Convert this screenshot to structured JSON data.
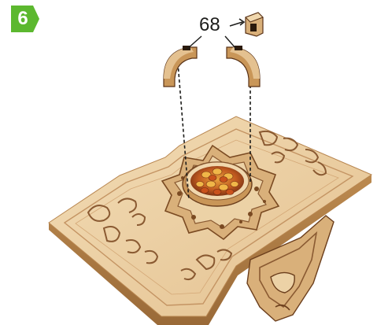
{
  "step": {
    "number": "6",
    "badge_color": "#5cb82f"
  },
  "part": {
    "label": "68"
  },
  "colors": {
    "wood_light": "#ecd2a6",
    "wood_mid": "#d9b07a",
    "wood_dark": "#8a5a32",
    "edge": "#6b3e1c",
    "cut": "#9b6a3c"
  },
  "icons": [
    "arrow-right-icon",
    "dashed-guide-line"
  ]
}
